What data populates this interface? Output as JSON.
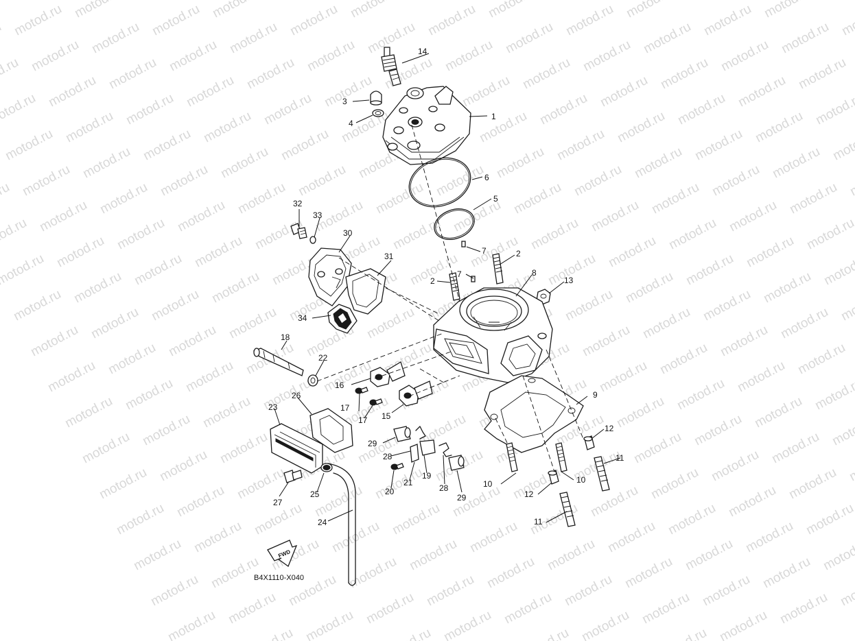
{
  "watermark": {
    "text": "motod.ru",
    "color": "#d8d8d8"
  },
  "diagram_code": "B4X1110-X040",
  "fwd_label": "FWD",
  "callouts": {
    "c1": "1",
    "c2a": "2",
    "c2b": "2",
    "c3": "3",
    "c4": "4",
    "c5": "5",
    "c6": "6",
    "c7a": "7",
    "c7b": "7",
    "c8": "8",
    "c9": "9",
    "c10a": "10",
    "c10b": "10",
    "c11a": "11",
    "c11b": "11",
    "c12a": "12",
    "c12b": "12",
    "c13": "13",
    "c14": "14",
    "c15": "15",
    "c16": "16",
    "c17a": "17",
    "c17b": "17",
    "c18": "18",
    "c19": "19",
    "c20": "20",
    "c21": "21",
    "c22": "22",
    "c23": "23",
    "c24": "24",
    "c25": "25",
    "c26": "26",
    "c27": "27",
    "c28a": "28",
    "c28b": "28",
    "c29a": "29",
    "c29b": "29",
    "c30": "30",
    "c31": "31",
    "c32": "32",
    "c33": "33",
    "c34": "34"
  }
}
